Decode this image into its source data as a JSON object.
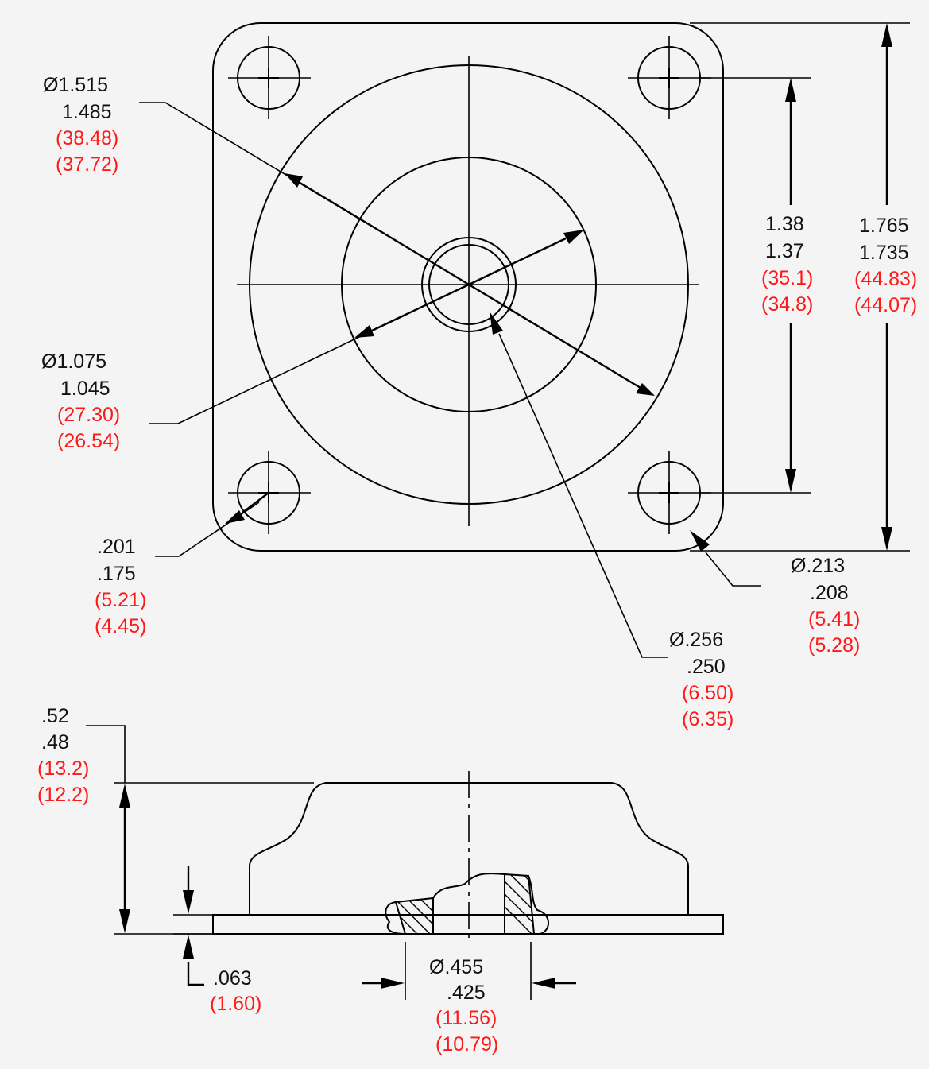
{
  "colors": {
    "line": "#000000",
    "inch_text": "#111111",
    "metric_text": "#ff1a1a",
    "background": "#f4f4f4"
  },
  "top_view": {
    "outer_diameter": {
      "max": "Ø1.515",
      "min": "1.485",
      "max_mm": "(38.48)",
      "min_mm": "(37.72)"
    },
    "inner_diameter": {
      "max": "Ø1.075",
      "min": "1.045",
      "max_mm": "(27.30)",
      "min_mm": "(26.54)"
    },
    "corner_radius": {
      "max": ".201",
      "min": ".175",
      "max_mm": "(5.21)",
      "min_mm": "(4.45)"
    },
    "hole_spacing": {
      "max": "1.38",
      "min": "1.37",
      "max_mm": "(35.1)",
      "min_mm": "(34.8)"
    },
    "overall_size": {
      "max": "1.765",
      "min": "1.735",
      "max_mm": "(44.83)",
      "min_mm": "(44.07)"
    },
    "mount_hole_diameter": {
      "max": "Ø.213",
      "min": ".208",
      "max_mm": "(5.41)",
      "min_mm": "(5.28)"
    },
    "center_hole_diameter": {
      "max": "Ø.256",
      "min": ".250",
      "max_mm": "(6.50)",
      "min_mm": "(6.35)"
    }
  },
  "side_view": {
    "overall_height": {
      "max": ".52",
      "min": ".48",
      "max_mm": "(13.2)",
      "min_mm": "(12.2)"
    },
    "base_thickness": {
      "value": ".063",
      "value_mm": "(1.60)"
    },
    "boss_diameter": {
      "max": "Ø.455",
      "min": ".425",
      "max_mm": "(11.56)",
      "min_mm": "(10.79)"
    }
  }
}
